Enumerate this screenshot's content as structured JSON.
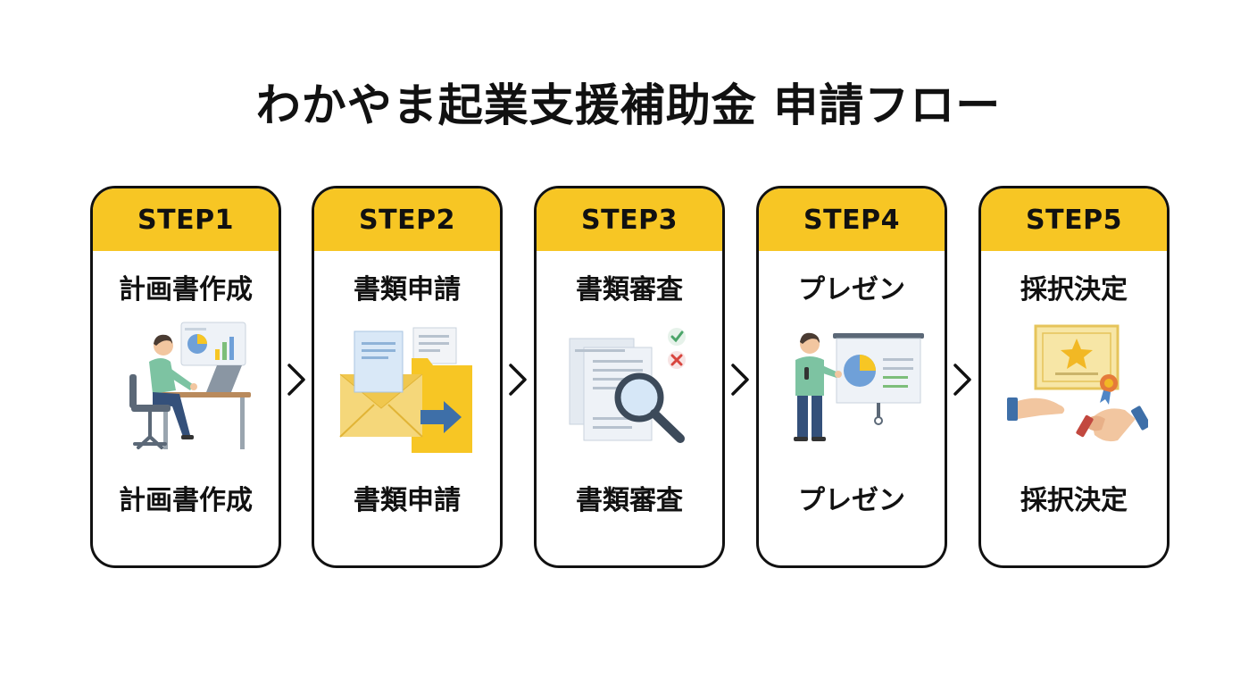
{
  "title": "わかやま起業支援補助金 申請フロー",
  "colors": {
    "accent": "#F7C624",
    "border": "#111111",
    "text": "#111111"
  },
  "steps": [
    {
      "step": "STEP1",
      "label": "計画書作成",
      "caption": "計画書作成",
      "icon": "person-at-desk-with-chart-icon"
    },
    {
      "step": "STEP2",
      "label": "書類申請",
      "caption": "書類申請",
      "icon": "envelope-documents-submit-icon"
    },
    {
      "step": "STEP3",
      "label": "書類審査",
      "caption": "書類審査",
      "icon": "documents-magnifier-review-icon"
    },
    {
      "step": "STEP4",
      "label": "プレゼン",
      "caption": "プレゼン",
      "icon": "presenter-with-screen-icon"
    },
    {
      "step": "STEP5",
      "label": "採択決定",
      "caption": "採択決定",
      "icon": "certificate-handshake-icon"
    }
  ],
  "connector_icon": "chevron-right-icon"
}
